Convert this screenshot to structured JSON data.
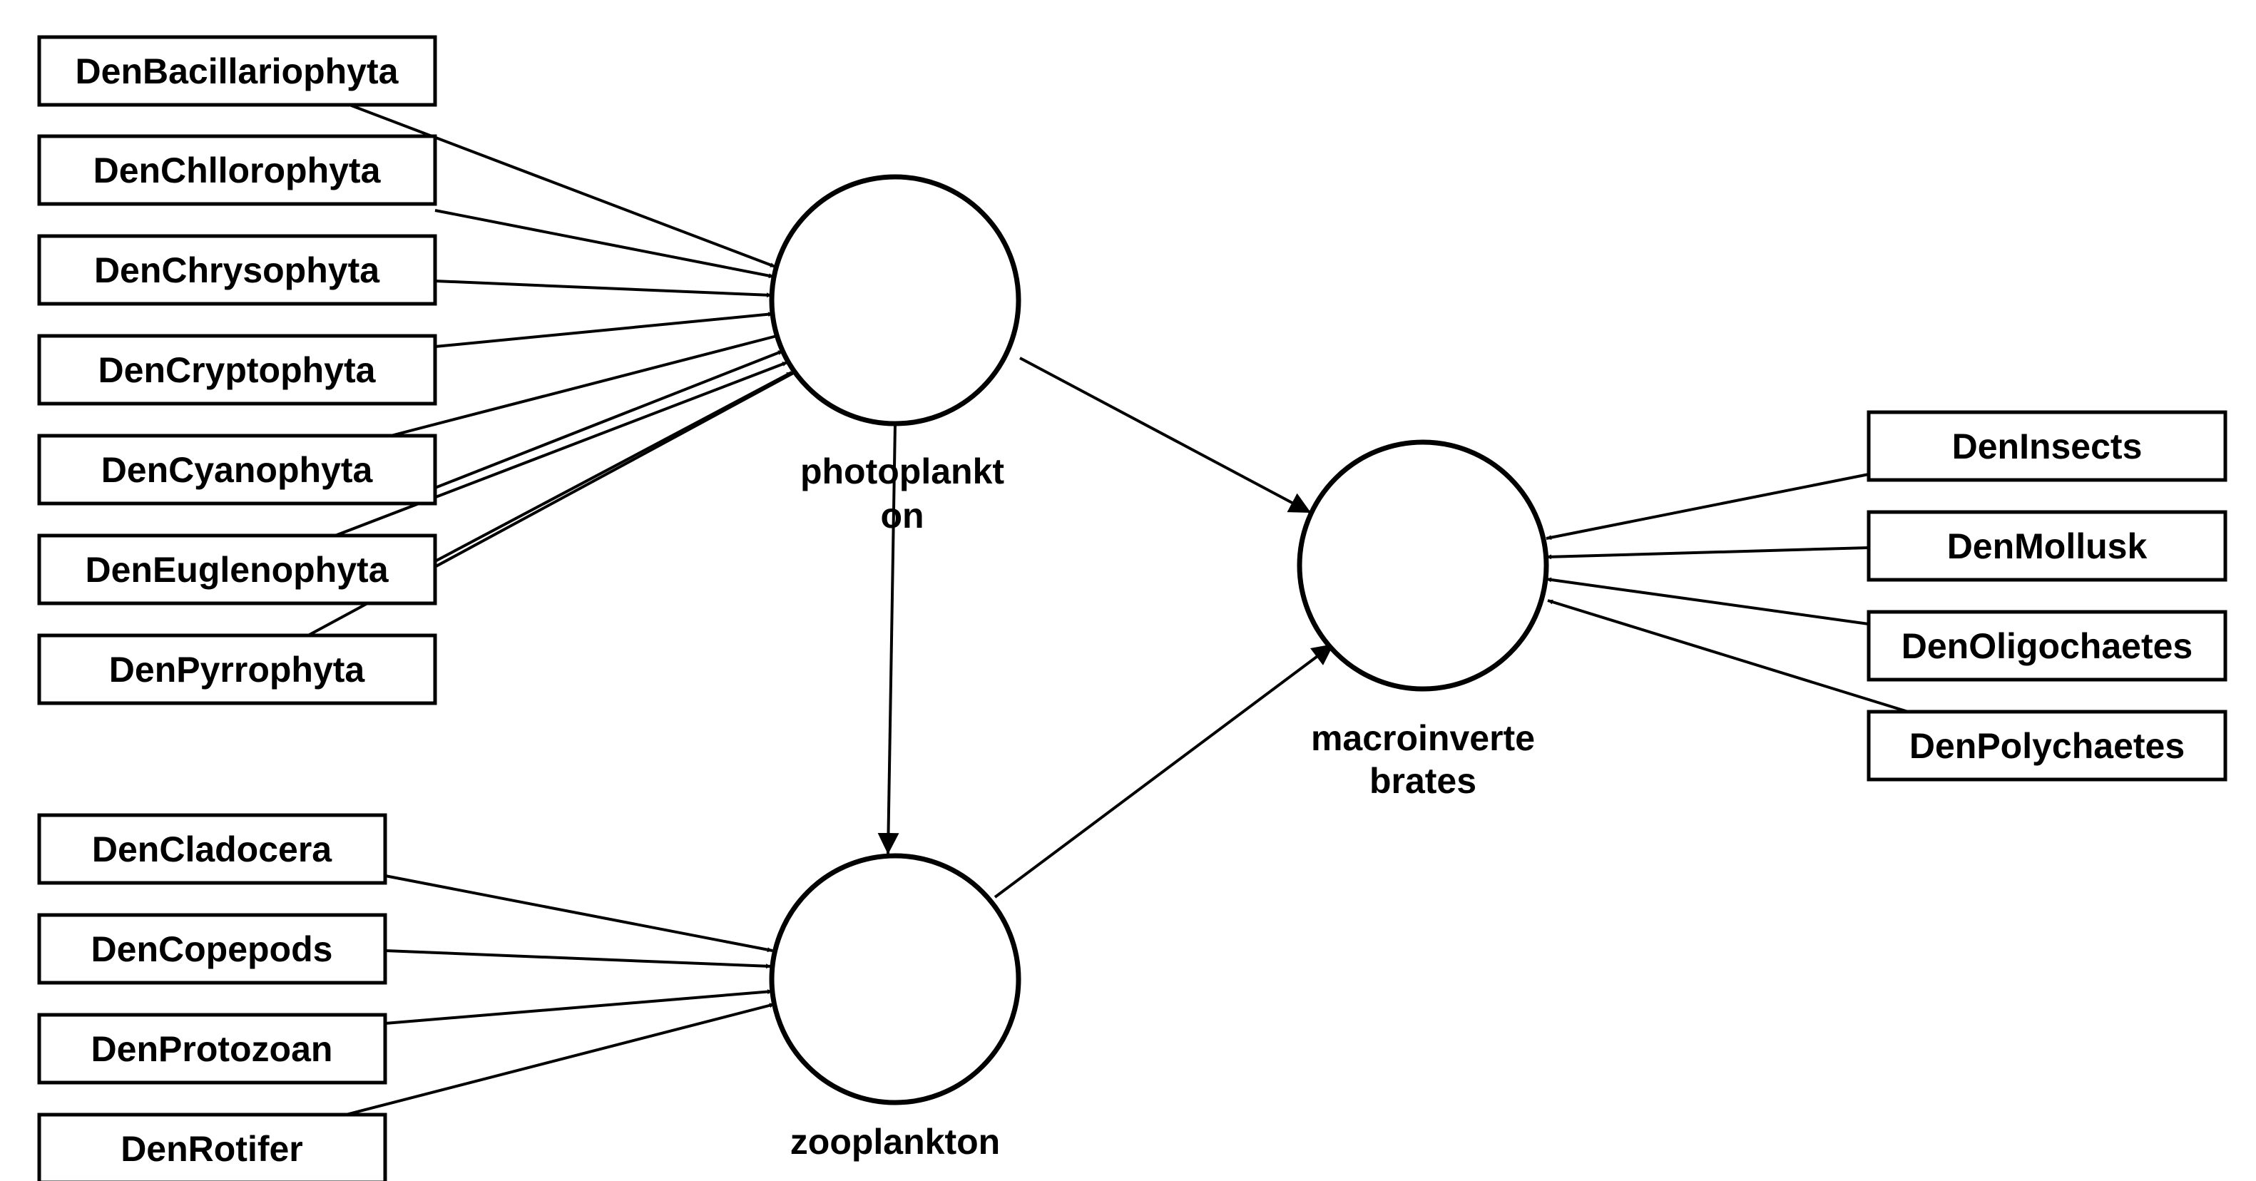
{
  "latent_variables": {
    "photoplankton": {
      "lines": [
        "photoplankt",
        "on"
      ]
    },
    "zooplankton": {
      "lines": [
        "zooplankton"
      ]
    },
    "macroinvertebrates": {
      "lines": [
        "macroinverte",
        "brates"
      ]
    }
  },
  "indicators": {
    "photoplankton": [
      "DenBacillariophyta",
      "DenChllorophyta",
      "DenChrysophyta",
      "DenCryptophyta",
      "DenCyanophyta",
      "DenEuglenophyta",
      "DenPyrrophyta"
    ],
    "zooplankton": [
      "DenCladocera",
      "DenCopepods",
      "DenProtozoan",
      "DenRotifer"
    ],
    "macroinvertebrates": [
      "DenInsects",
      "DenMollusk",
      "DenOligochaetes",
      "DenPolychaetes"
    ]
  },
  "paths": [
    {
      "from": "photoplankton",
      "to": "zooplankton"
    },
    {
      "from": "photoplankton",
      "to": "macroinvertebrates"
    },
    {
      "from": "zooplankton",
      "to": "macroinvertebrates"
    }
  ]
}
